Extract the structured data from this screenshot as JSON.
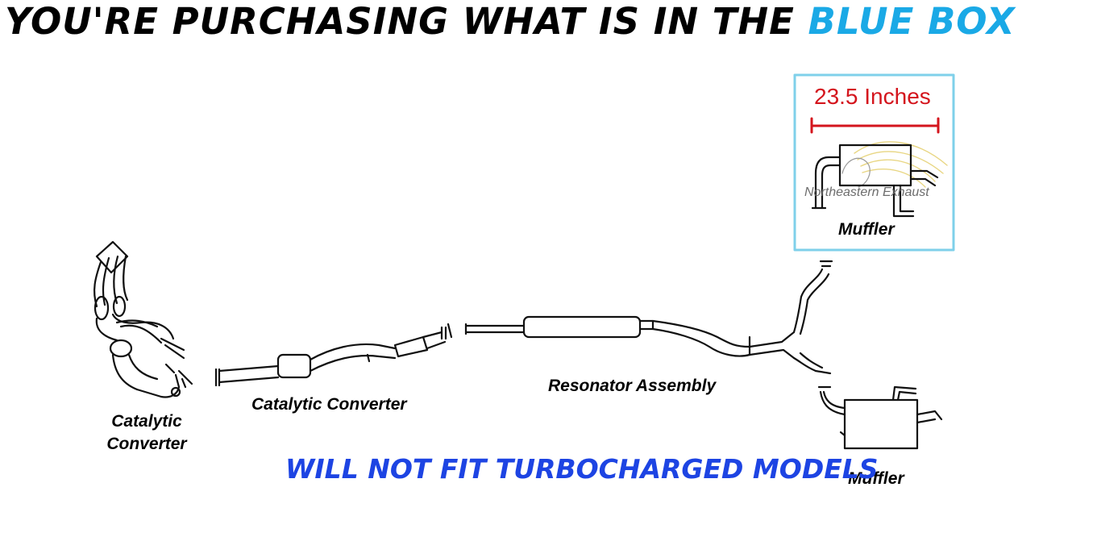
{
  "headline": {
    "prefix": "YOU'RE PURCHASING WHAT IS IN THE ",
    "highlight": "BLUE BOX"
  },
  "colors": {
    "highlight_blue": "#1aa9e6",
    "box_border": "#7fd0ea",
    "dimension_red": "#d4151d",
    "warning_blue": "#1d44e3"
  },
  "parts": {
    "catalytic_converter_front": "Catalytic\nConverter",
    "catalytic_converter_front_line1": "Catalytic",
    "catalytic_converter_front_line2": "Converter",
    "catalytic_converter_mid": "Catalytic Converter",
    "resonator": "Resonator Assembly",
    "muffler_boxed": "Muffler",
    "muffler_bottom": "Muffler"
  },
  "highlight_box": {
    "dimension": "23.5 Inches",
    "watermark": "Northeastern Exhaust"
  },
  "warning": "WILL NOT FIT TURBOCHARGED MODELS"
}
